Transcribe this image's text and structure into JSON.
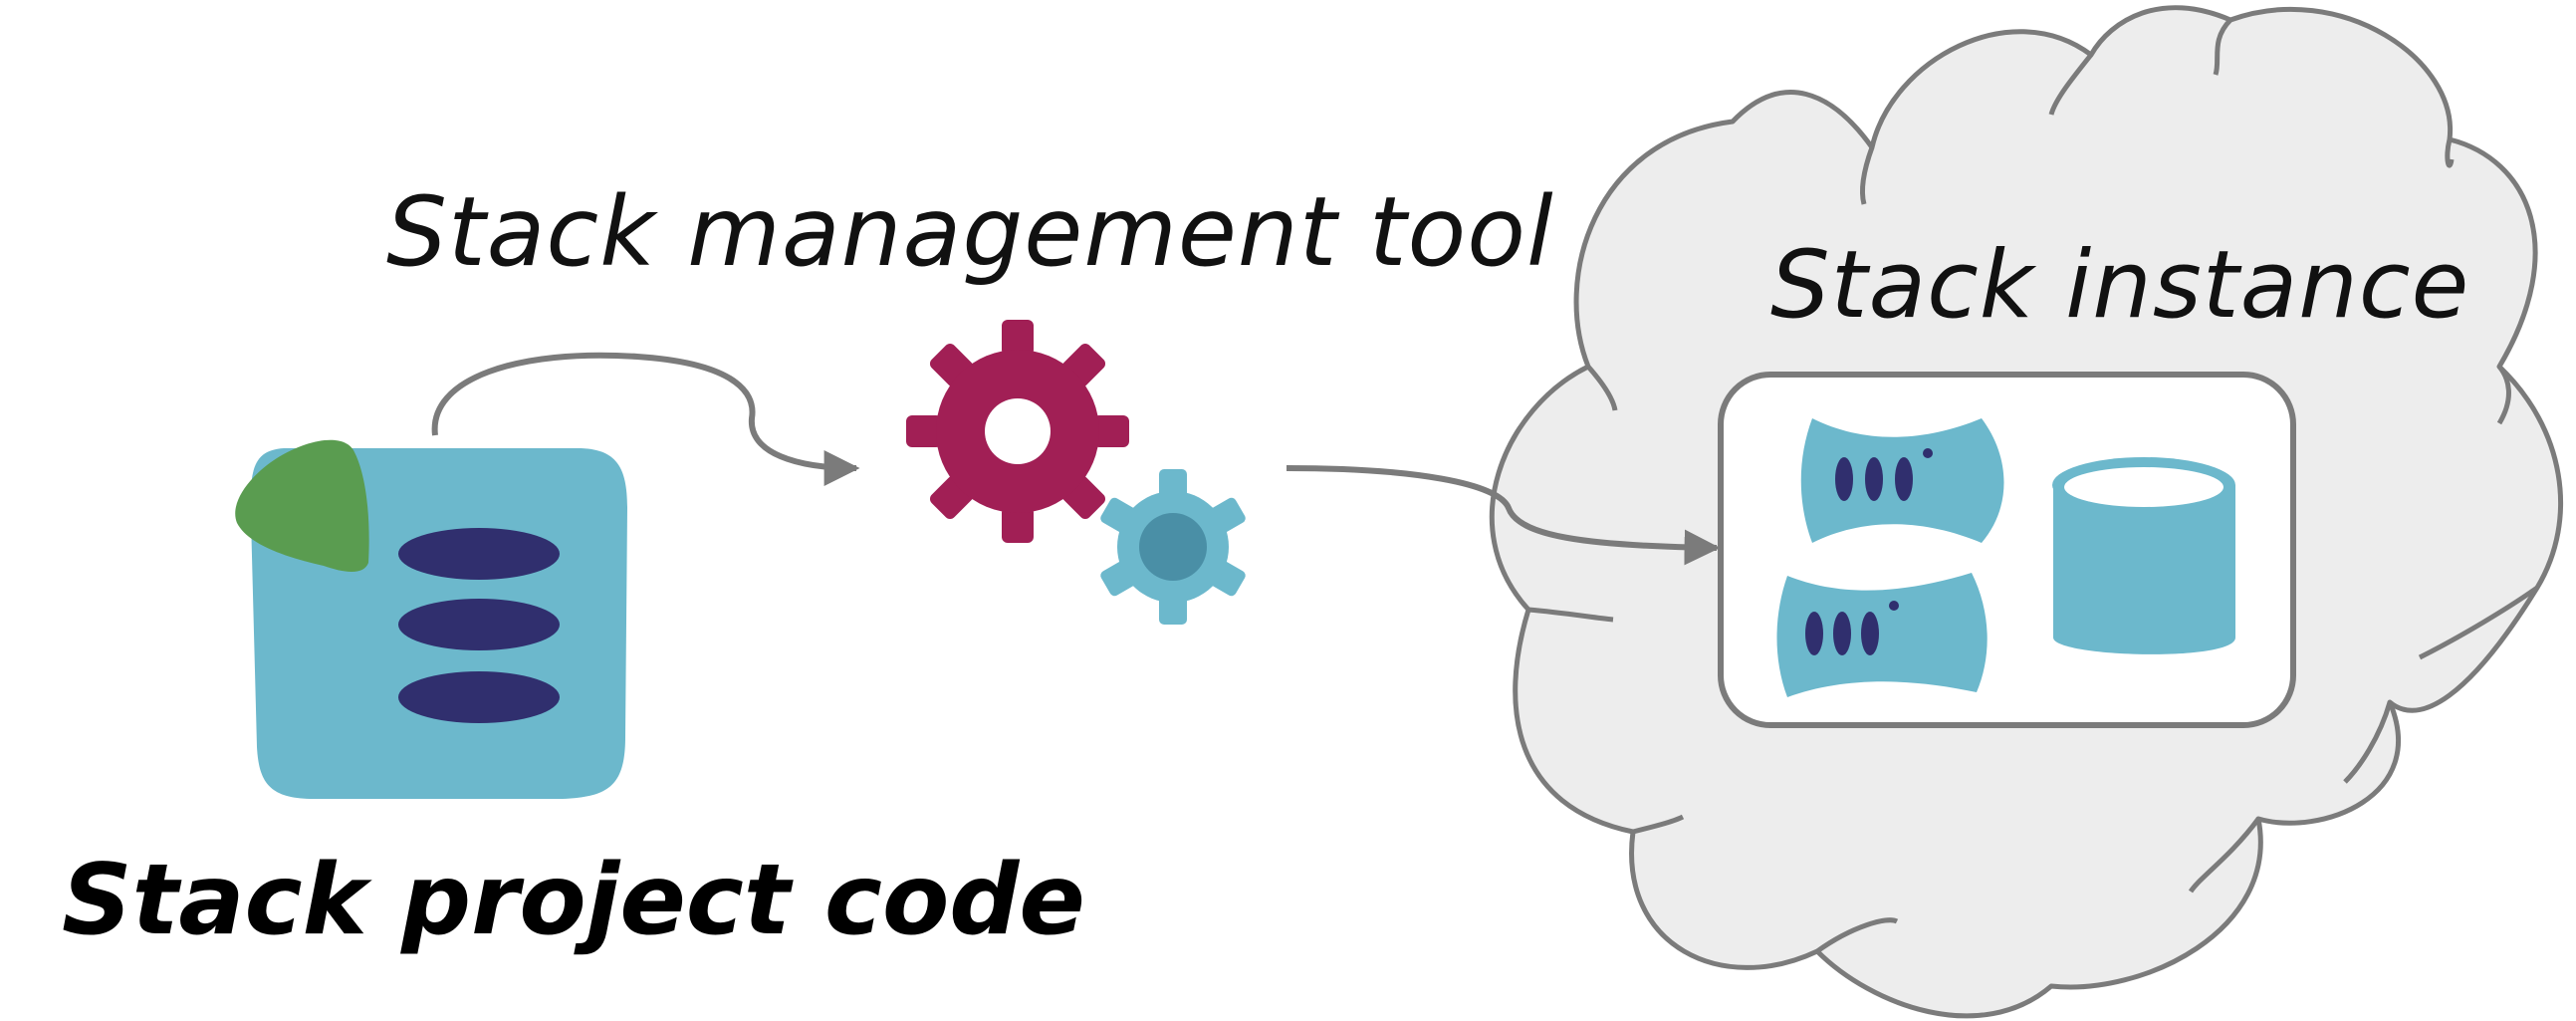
{
  "labels": {
    "tool": "Stack management tool",
    "instance": "Stack instance",
    "code": "Stack project code"
  },
  "icons": {
    "code": "stack-project-code-icon",
    "gears": "gears-icon",
    "cloud": "cloud-shape",
    "servers": "server-icon",
    "database": "database-icon"
  },
  "colors": {
    "teal": "#6cb8cc",
    "navy": "#302f6e",
    "green": "#5a9c50",
    "crimson": "#a11f55",
    "cloud_fill": "#ededed",
    "outline": "#7b7b7b"
  }
}
